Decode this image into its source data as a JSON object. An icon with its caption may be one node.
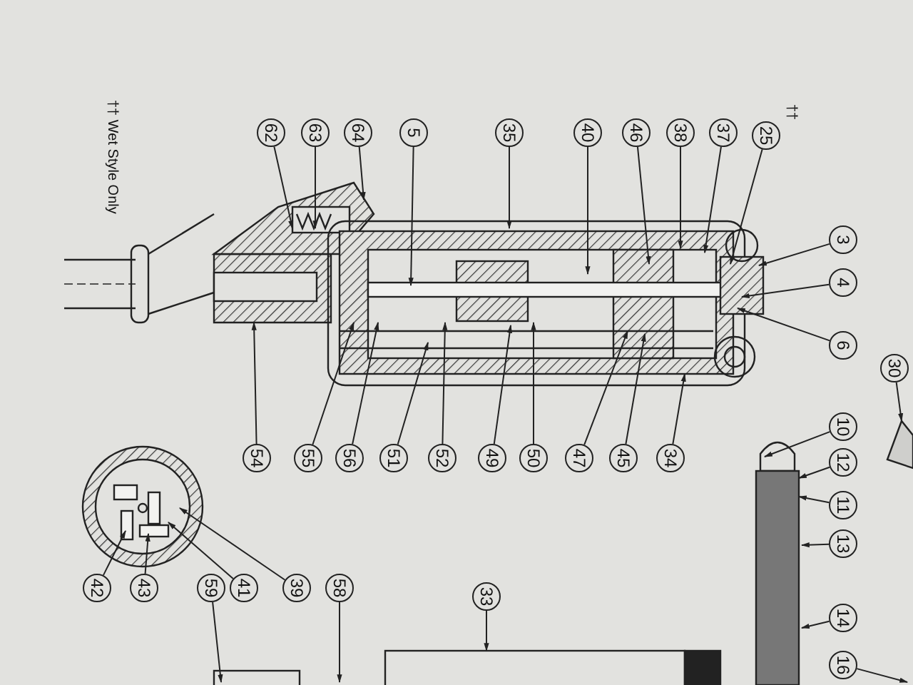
{
  "diagram": {
    "nodes": [
      {
        "text": [
          "62"
        ]
      },
      {
        "text": [
          "63"
        ]
      },
      {
        "text": [
          "64"
        ]
      },
      {
        "text": [
          "5"
        ]
      },
      {
        "text": [
          "35"
        ]
      },
      {
        "text": [
          "40"
        ]
      },
      {
        "text": [
          "46"
        ]
      },
      {
        "text": [
          "38"
        ]
      },
      {
        "text": [
          "37"
        ]
      },
      {
        "text": [
          "25"
        ],
        "beside": [
          "††"
        ]
      },
      {
        "text": [
          "3"
        ]
      },
      {
        "text": [
          "4"
        ]
      },
      {
        "text": [
          "6"
        ]
      },
      {
        "text": [
          "30"
        ]
      },
      {
        "text": [
          "10"
        ]
      },
      {
        "text": [
          "54"
        ]
      },
      {
        "text": [
          "55"
        ]
      },
      {
        "text": [
          "56"
        ]
      },
      {
        "text": [
          "51"
        ]
      },
      {
        "text": [
          "52"
        ]
      },
      {
        "text": [
          "49"
        ]
      },
      {
        "text": [
          "50"
        ]
      },
      {
        "text": [
          "47"
        ]
      },
      {
        "text": [
          "45"
        ]
      },
      {
        "text": [
          "34"
        ]
      },
      {
        "text": [
          "12"
        ]
      },
      {
        "text": [
          "11"
        ]
      },
      {
        "text": [
          "13"
        ]
      },
      {
        "text": [
          "42"
        ]
      },
      {
        "text": [
          "43"
        ]
      },
      {
        "text": [
          "59"
        ]
      },
      {
        "text": [
          "41"
        ]
      },
      {
        "text": [
          "39"
        ]
      },
      {
        "text": [
          "58"
        ]
      },
      {
        "text": [
          "33"
        ]
      },
      {
        "text": [
          "14"
        ]
      },
      {
        "text": [
          "16"
        ]
      },
      {
        "text": [],
        "shape": "picture"
      }
    ],
    "edges": [
      {
        "from": 0,
        "to": null,
        "arrow": "to"
      },
      {
        "from": 1,
        "to": null,
        "arrow": "to"
      },
      {
        "from": 2,
        "to": null,
        "arrow": "to"
      },
      {
        "from": 3,
        "to": null,
        "arrow": "to"
      },
      {
        "from": 4,
        "to": null,
        "arrow": "to"
      },
      {
        "from": 5,
        "to": null,
        "arrow": "to"
      },
      {
        "from": 6,
        "to": null,
        "arrow": "to"
      },
      {
        "from": 7,
        "to": null,
        "arrow": "to"
      },
      {
        "from": 8,
        "to": null,
        "arrow": "to"
      },
      {
        "from": 9,
        "to": null,
        "arrow": "to"
      },
      {
        "from": 10,
        "to": null,
        "arrow": "to"
      },
      {
        "from": 11,
        "to": null,
        "arrow": "to"
      },
      {
        "from": 12,
        "to": null,
        "arrow": "to"
      },
      {
        "from": 13,
        "to": 37,
        "arrow": "to"
      },
      {
        "from": 14,
        "to": null,
        "arrow": "to"
      },
      {
        "from": 15,
        "to": null,
        "arrow": "to"
      },
      {
        "from": 16,
        "to": null,
        "arrow": "to"
      },
      {
        "from": 17,
        "to": null,
        "arrow": "to"
      },
      {
        "from": 18,
        "to": null,
        "arrow": "to"
      },
      {
        "from": 19,
        "to": null,
        "arrow": "to"
      },
      {
        "from": 20,
        "to": null,
        "arrow": "to"
      },
      {
        "from": 21,
        "to": null,
        "arrow": "to"
      },
      {
        "from": 22,
        "to": null,
        "arrow": "to"
      },
      {
        "from": 23,
        "to": null,
        "arrow": "to"
      },
      {
        "from": 24,
        "to": null,
        "arrow": "to"
      },
      {
        "from": 25,
        "to": null,
        "arrow": "to"
      },
      {
        "from": 26,
        "to": null,
        "arrow": "to"
      },
      {
        "from": 27,
        "to": null,
        "arrow": "to"
      },
      {
        "from": 28,
        "to": null,
        "arrow": "to"
      },
      {
        "from": 29,
        "to": null,
        "arrow": "to"
      },
      {
        "from": 30,
        "to": null,
        "arrow": "to"
      },
      {
        "from": 31,
        "to": null,
        "arrow": "to"
      },
      {
        "from": 32,
        "to": null,
        "arrow": "to"
      },
      {
        "from": 33,
        "to": null,
        "arrow": "to"
      },
      {
        "from": 34,
        "to": null,
        "arrow": "to"
      },
      {
        "from": 35,
        "to": null,
        "arrow": "to"
      },
      {
        "from": 36,
        "to": null,
        "arrow": "to"
      }
    ],
    "labels": [
      "†† Wet Style Only"
    ]
  }
}
